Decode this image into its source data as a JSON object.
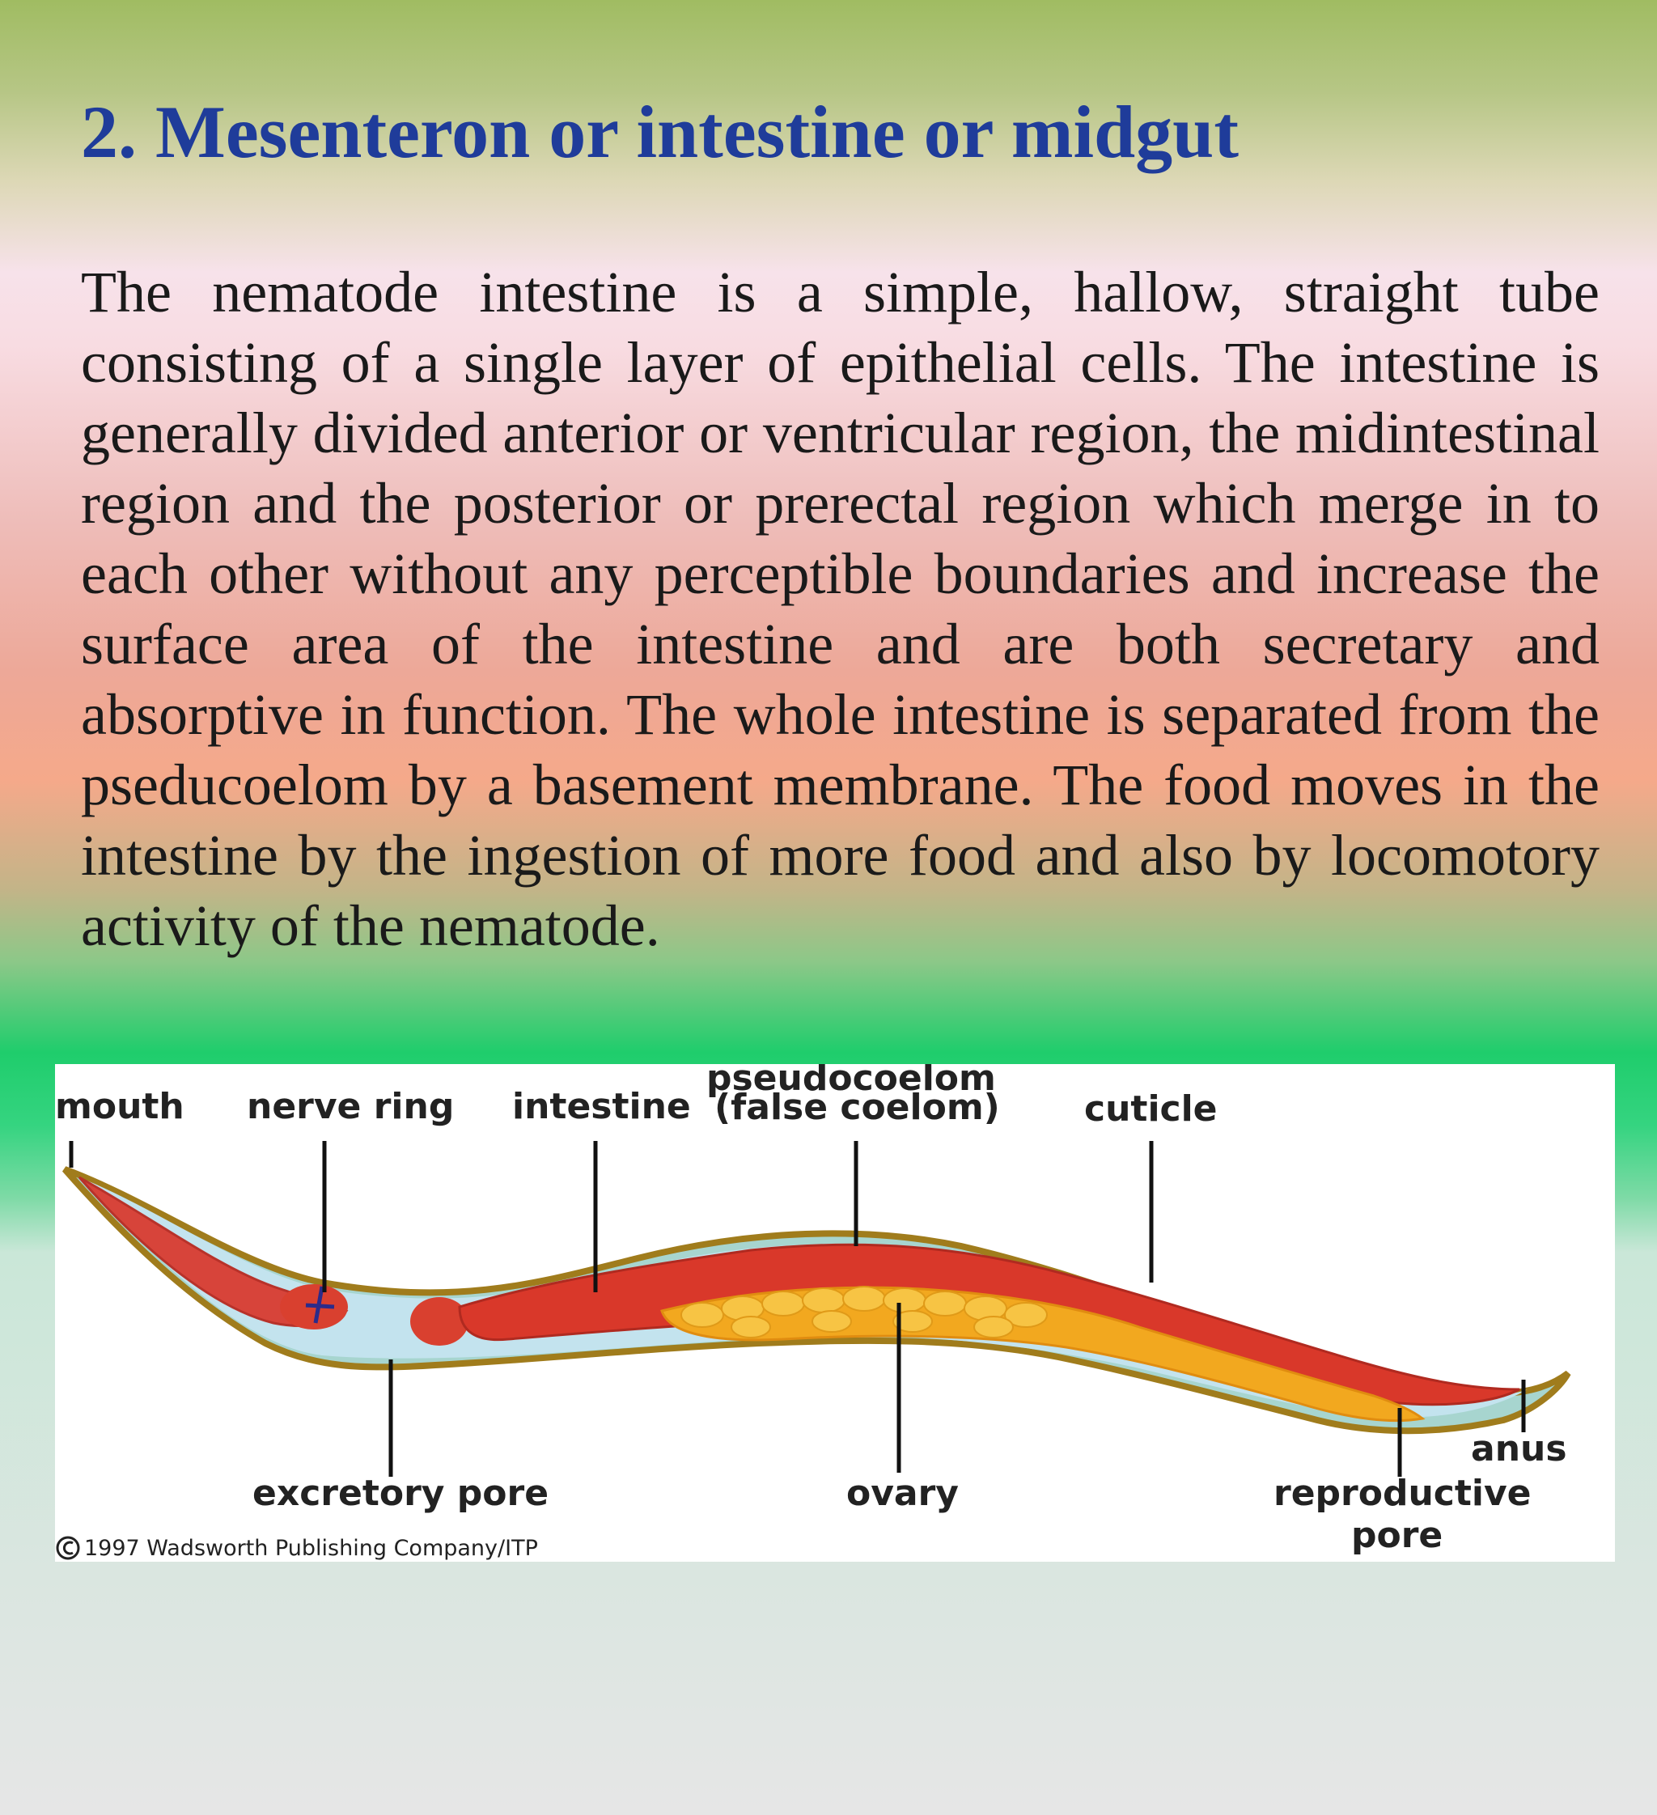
{
  "slide": {
    "title": "2. Mesenteron or intestine or midgut",
    "body": "The nematode intestine is a simple, hallow, straight tube consisting of a single layer of epithelial cells. The intestine is generally divided anterior or ventricular region, the midintestinal region and the posterior or prerectal region which merge in to each other without any perceptible boundaries and increase the surface area of the intestine and are both secretary and absorptive in function. The whole intestine is separated from the pseducoelom by a basement membrane. The food moves in the intestine by the ingestion of more food and also by locomotory activity of the nematode."
  },
  "figure": {
    "labels": {
      "mouth": "mouth",
      "nerve_ring": "nerve ring",
      "intestine": "intestine",
      "pseudocoelom_1": "pseudocoelom",
      "pseudocoelom_2": "(false coelom)",
      "cuticle": "cuticle",
      "excretory_pore": "excretory pore",
      "ovary": "ovary",
      "anus": "anus",
      "reproductive_pore_1": "reproductive",
      "reproductive_pore_2": "pore"
    },
    "copyright": "1997 Wadsworth Publishing Company/ITP",
    "colors": {
      "intestine": "#d9382a",
      "ovary": "#f2a81f",
      "cuticle": "#b8860b",
      "pseudocoelom": "#a9d8e6"
    }
  }
}
